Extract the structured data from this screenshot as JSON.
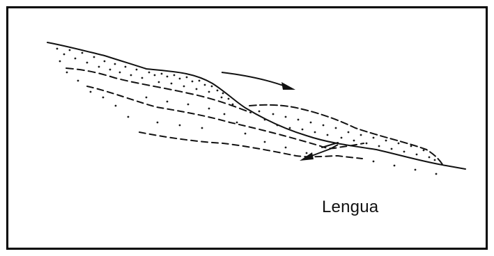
{
  "figure": {
    "caption": "Lengua",
    "ink_color": "#111111",
    "frame_color": "#000000",
    "background_color": "#ffffff",
    "icons": [
      "upper-movement-arrow",
      "lower-movement-arrow"
    ]
  }
}
